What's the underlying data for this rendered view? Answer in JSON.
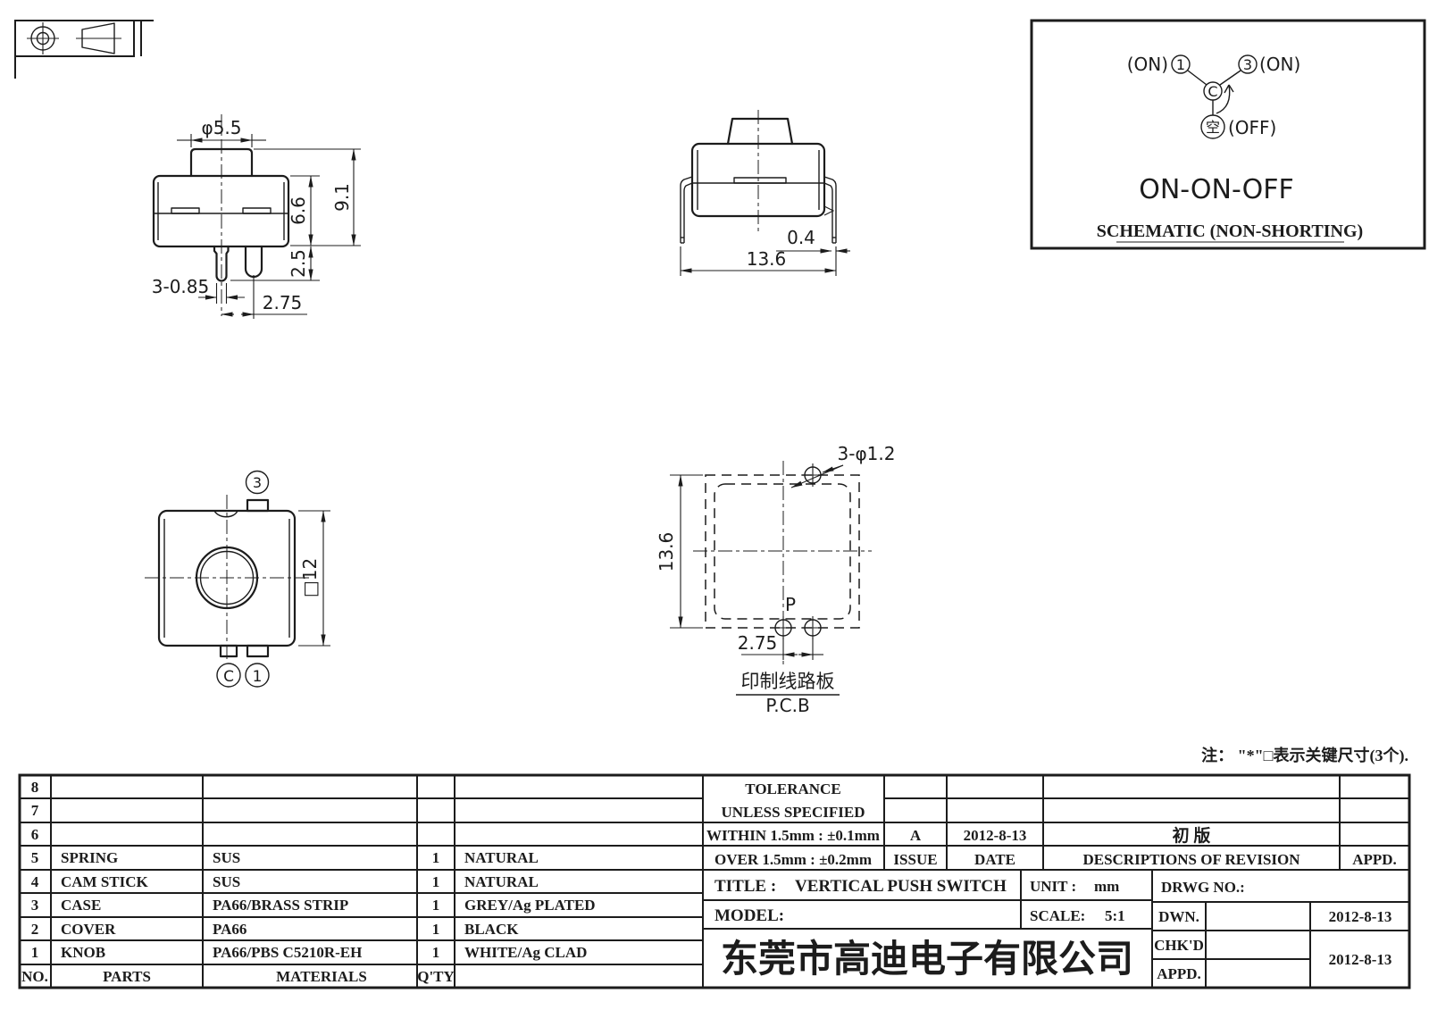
{
  "drawing": {
    "note": "注： \"*\"□表示关键尺寸(3个).",
    "schematic": {
      "left_on": "(ON)",
      "right_on": "(ON)",
      "off": "(OFF)",
      "pole1": "1",
      "pole3": "3",
      "common": "C",
      "empty": "空",
      "function_label": "ON-ON-OFF",
      "caption": "SCHEMATIC (NON-SHORTING)"
    },
    "front_view": {
      "knob_dia": "φ5.5",
      "body_height": "6.6",
      "total_height": "9.1",
      "pin_length": "2.5",
      "pin_width": "3-0.85",
      "pin_pitch": "2.75"
    },
    "side_view": {
      "leg_thickness": "0.4",
      "body_width": "13.6"
    },
    "bottom_view": {
      "terminal_3": "3",
      "terminal_c": "C",
      "terminal_1": "1",
      "square_size": "□12"
    },
    "pcb_view": {
      "holes": "3-φ1.2",
      "height": "13.6",
      "pitch": "2.75",
      "point": "P",
      "caption_cn": "印制线路板",
      "caption_en": "P.C.B"
    }
  },
  "parts_table": {
    "headers": {
      "no": "NO.",
      "parts": "PARTS",
      "materials": "MATERIALS",
      "qty": "Q'TY"
    },
    "rows": [
      {
        "no": "8",
        "parts": "",
        "materials": "",
        "qty": "",
        "finish": ""
      },
      {
        "no": "7",
        "parts": "",
        "materials": "",
        "qty": "",
        "finish": ""
      },
      {
        "no": "6",
        "parts": "",
        "materials": "",
        "qty": "",
        "finish": ""
      },
      {
        "no": "5",
        "parts": "SPRING",
        "materials": "SUS",
        "qty": "1",
        "finish": "NATURAL"
      },
      {
        "no": "4",
        "parts": "CAM STICK",
        "materials": "SUS",
        "qty": "1",
        "finish": "NATURAL"
      },
      {
        "no": "3",
        "parts": "CASE",
        "materials": "PA66/BRASS STRIP",
        "qty": "1",
        "finish": "GREY/Ag PLATED"
      },
      {
        "no": "2",
        "parts": "COVER",
        "materials": "PA66",
        "qty": "1",
        "finish": "BLACK"
      },
      {
        "no": "1",
        "parts": "KNOB",
        "materials": "PA66/PBS C5210R-EH",
        "qty": "1",
        "finish": "WHITE/Ag CLAD"
      }
    ]
  },
  "title_block": {
    "tolerance_title": "TOLERANCE",
    "tolerance_subtitle": "UNLESS  SPECIFIED",
    "tolerance_within": "WITHIN 1.5mm : ±0.1mm",
    "tolerance_over": "OVER 1.5mm : ±0.2mm",
    "issue_value": "A",
    "issue_date": "2012-8-13",
    "issue_label": "ISSUE",
    "date_label": "DATE",
    "revision_description": "初 版",
    "revision_header": "DESCRIPTIONS OF REVISION",
    "revision_appd_header": "APPD.",
    "title_label": "TITLE :",
    "title_value": "VERTICAL PUSH SWITCH",
    "unit_label": "UNIT :",
    "unit_value": "mm",
    "drwg_no_label": "DRWG NO.:",
    "model_label": "MODEL:",
    "scale_label": "SCALE:",
    "scale_value": "5:1",
    "dwn_label": "DWN.",
    "chkd_label": "CHK'D",
    "appd_label": "APPD.",
    "dwn_date": "2012-8-13",
    "chkd_date": "2012-8-13",
    "company": "东莞市高迪电子有限公司"
  }
}
